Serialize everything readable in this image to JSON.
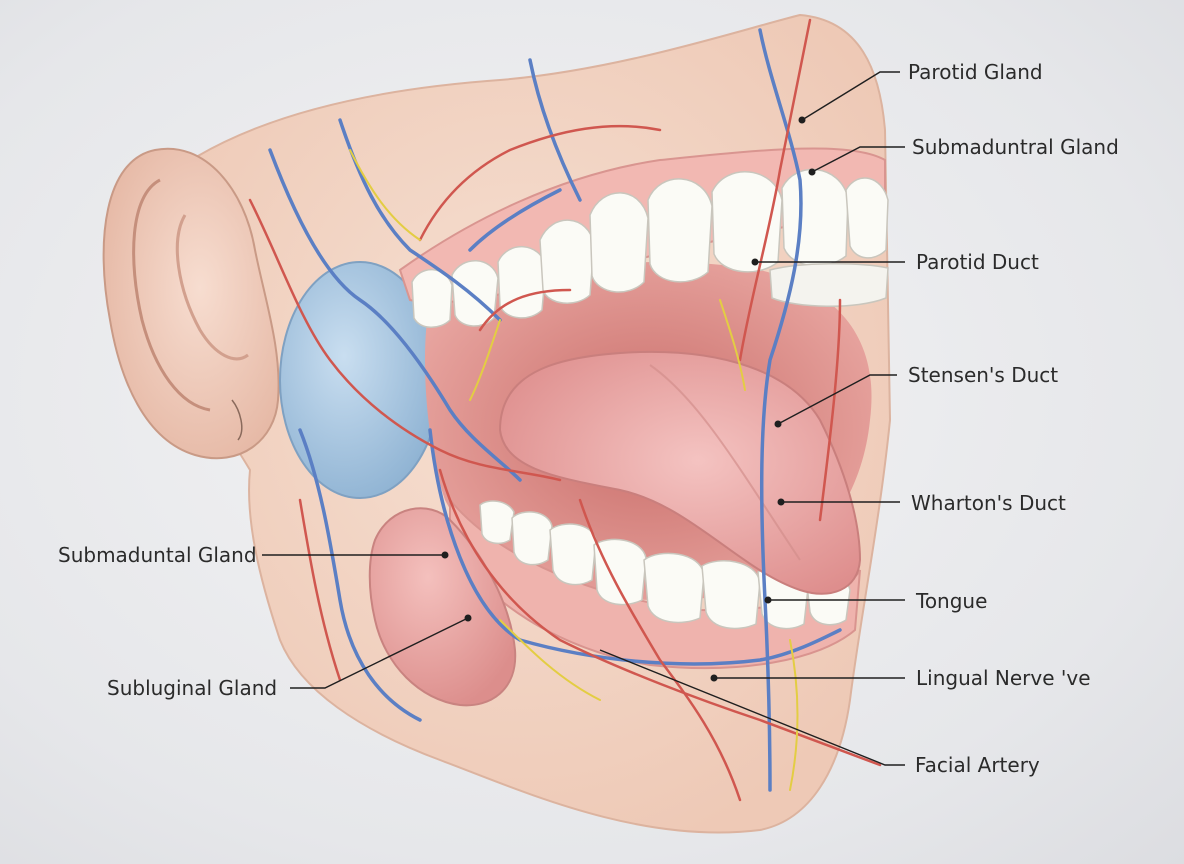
{
  "labels": {
    "parotid_gland": "Parotid Gland",
    "submaduntral_gland_right": "Submaduntral Gland",
    "parotid_duct": "Parotid Duct",
    "stensens_duct": "Stensen's Duct",
    "whartons_duct": "Wharton's Duct",
    "tongue": "Tongue",
    "lingual_nerve": "Lingual Nerve 've",
    "facial_artery": "Facial Artery",
    "submaduntal_gland_left": "Submaduntal Gland",
    "subluginal_gland": "Subluginal Gland"
  },
  "colors": {
    "skin": "#f2d6c6",
    "gland_blue": "#a9c8e0",
    "gland_pink": "#e8a6a4",
    "tongue": "#e9a3a2",
    "teeth": "#fbfbf7",
    "gum": "#f0b3ae",
    "artery": "#d0574f",
    "vein": "#5b7fc4",
    "nerve": "#e8d34a",
    "leader": "#1f1f1f"
  }
}
